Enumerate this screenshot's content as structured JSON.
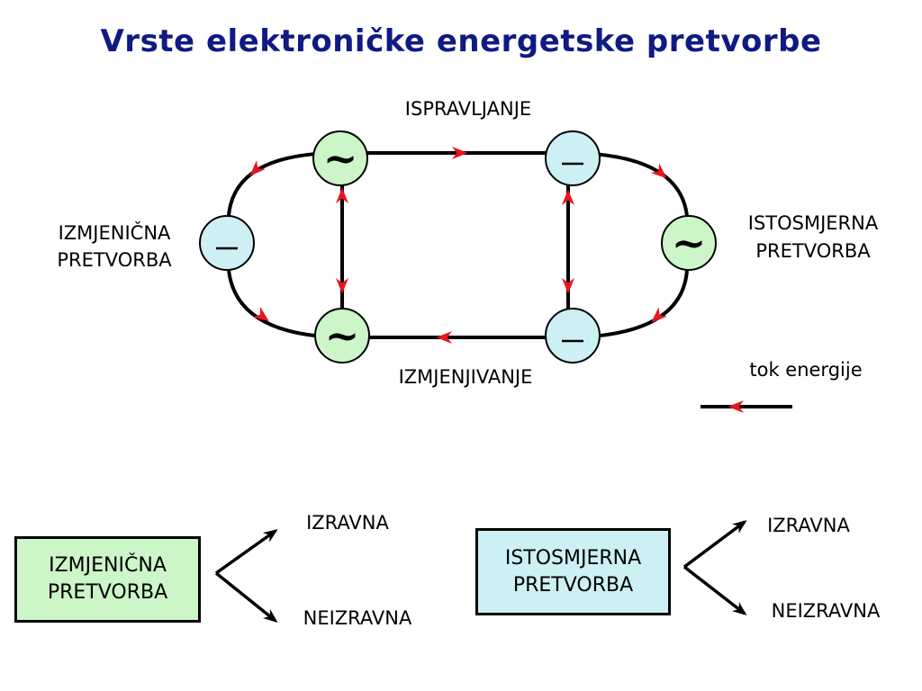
{
  "title": "Vrste elektroničke energetske pretvorbe",
  "diagram": {
    "top_label": "ISPRAVLJANJE",
    "bottom_label": "IZMJENJIVANJE",
    "left_label": [
      "IZMJENIČNA",
      "PRETVORBA"
    ],
    "right_label": [
      "ISTOSMJERNA",
      "PRETVORBA"
    ],
    "legend_label": "tok energije",
    "ac_symbol": "~",
    "dc_symbol": "—"
  },
  "colors": {
    "title": "#0f1a82",
    "ac_fill": "#ccf5c8",
    "dc_fill": "#cdf0f5",
    "arrow": "#e8141e",
    "line": "#000000"
  },
  "classification": [
    {
      "box_lines": [
        "IZMJENIČNA",
        "PRETVORBA"
      ],
      "upper": "IZRAVNA",
      "lower": "NEIZRAVNA"
    },
    {
      "box_lines": [
        "ISTOSMJERNA",
        "PRETVORBA"
      ],
      "upper": "IZRAVNA",
      "lower": "NEIZRAVNA"
    }
  ]
}
